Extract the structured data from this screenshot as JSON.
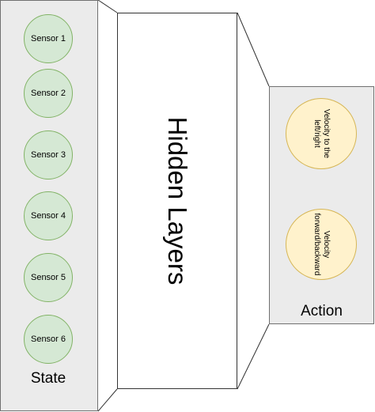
{
  "diagram": {
    "state": {
      "label": "State",
      "sensors": [
        "Sensor 1",
        "Sensor 2",
        "Sensor 3",
        "Sensor 4",
        "Sensor 5",
        "Sensor 6"
      ]
    },
    "hidden": {
      "label": "Hidden Layers"
    },
    "action": {
      "label": "Action",
      "outputs": [
        "Velocity to the left/right",
        "Velocity forward/backward"
      ]
    }
  },
  "colors": {
    "panel_fill": "#ebebeb",
    "panel_border": "#707070",
    "sensor_fill": "#d5e8d4",
    "sensor_border": "#82b366",
    "output_fill": "#fff2cc",
    "output_border": "#d6b656"
  }
}
